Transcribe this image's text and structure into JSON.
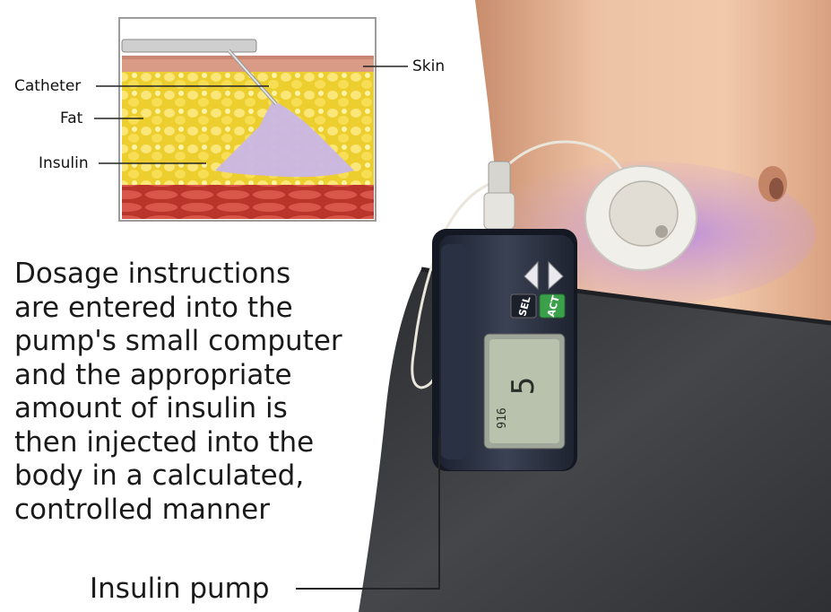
{
  "inset": {
    "labels": {
      "skin": "Skin",
      "catheter": "Catheter",
      "fat": "Fat",
      "insulin": "Insulin"
    }
  },
  "caption_lines": [
    "Dosage instructions",
    "are entered into the",
    "pump's small computer",
    "and the appropriate",
    "amount of insulin is",
    "then injected into the",
    "body in a calculated,",
    "controlled manner"
  ],
  "pump": {
    "label": "Insulin pump",
    "sel_button": "SEL",
    "act_button": "ACT",
    "display_main": "5",
    "display_time": "916"
  },
  "colors": {
    "fat": "#f2d83a",
    "insulin": "#c9b6e6",
    "muscle": "#c8463a",
    "skin_tone": "#e7b89a",
    "pants": "#3a3b3e",
    "pump_body": "#2a2f3c",
    "screen": "#b8c2ad",
    "act_green": "#3aa04a"
  }
}
